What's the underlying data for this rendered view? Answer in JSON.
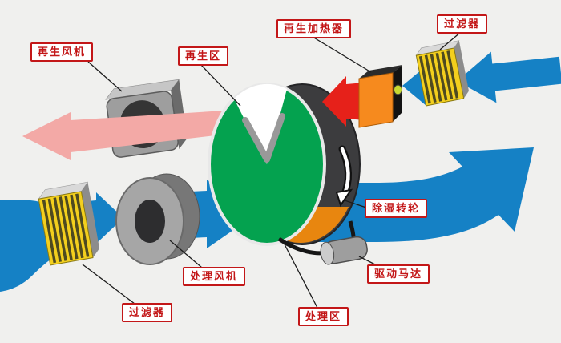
{
  "diagram": {
    "labels": {
      "regen_fan": "再生风机",
      "regen_zone": "再生区",
      "regen_heater": "再生加热器",
      "filter_top": "过滤器",
      "desiccant_wheel": "除湿转轮",
      "drive_motor": "驱动马达",
      "process_fan": "处理风机",
      "filter_bottom": "过滤器",
      "process_zone": "处理区"
    },
    "colors": {
      "bg": "#f0f0ee",
      "process_air": "#1581c5",
      "regen_hot": "#e6211a",
      "regen_exhaust": "#f3a9a6",
      "wheel_green": "#04a24f",
      "wheel_rim": "#3c3c3e",
      "wheel_orange": "#e8860f",
      "wheel_sector_white": "#ffffff",
      "heater_orange": "#f68a1e",
      "heater_dark": "#131313",
      "heater_indicator": "#c6d932",
      "filter_yellow": "#f3cf1d",
      "filter_stripe": "#4e4a20",
      "metal": "#9e9e9e",
      "metal_dark": "#5e5e5e",
      "metal_light": "#cccccc",
      "label_red": "#c31718",
      "line_dark": "#1c1c1c"
    }
  }
}
